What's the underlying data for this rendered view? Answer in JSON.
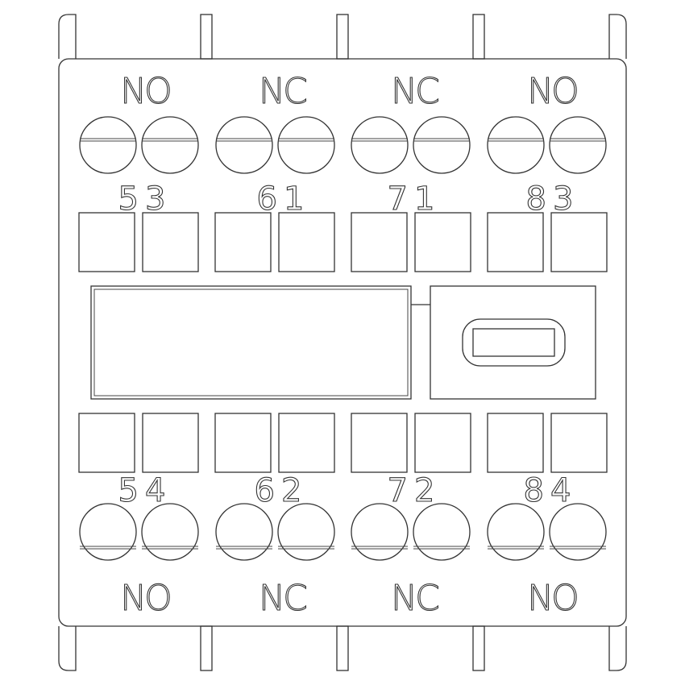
{
  "top_labels": [
    "NO",
    "NC",
    "NC",
    "NO"
  ],
  "top_numbers": [
    "53",
    "61",
    "71",
    "83"
  ],
  "bottom_numbers": [
    "54",
    "62",
    "72",
    "84"
  ],
  "bottom_labels": [
    "NO",
    "NC",
    "NC",
    "NO"
  ],
  "colors": {
    "line": "#333333",
    "background": "#ffffff"
  }
}
